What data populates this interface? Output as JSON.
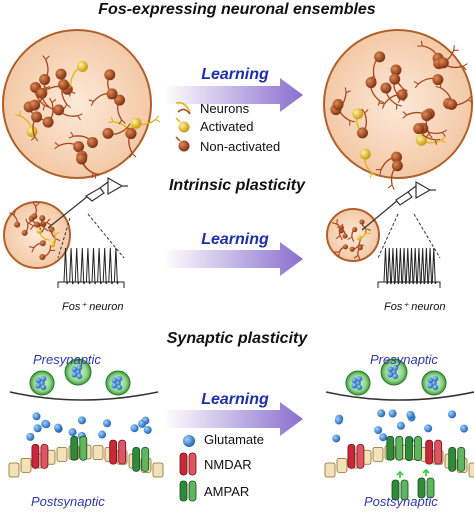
{
  "titles": {
    "ensembles": "Fos-expressing neuronal ensembles",
    "intrinsic": "Intrinsic plasticity",
    "synaptic": "Synaptic plasticity"
  },
  "arrows": {
    "learning_1": "Learning",
    "learning_2": "Learning",
    "learning_3": "Learning"
  },
  "legend_neurons": {
    "neurons": "Neurons",
    "activated": "Activated",
    "non_activated": "Non-activated"
  },
  "fos_neuron": {
    "left": "Fos⁺ neuron",
    "right": "Fos⁺ neuron"
  },
  "synapse": {
    "presynaptic_left": "Presynaptic",
    "presynaptic_right": "Presynaptic",
    "postsynaptic_left": "Postsynaptic",
    "postsynaptic_right": "Postsynaptic"
  },
  "legend_synapse": {
    "glutamate": "Glutamate",
    "nmdar": "NMDAR",
    "ampar": "AMPAR"
  },
  "colors": {
    "circle_fill": "#f7d9c0",
    "circle_border": "#b0602a",
    "activated": "#e0b21a",
    "non_activated": "#a5461d",
    "arrow_start": "#ffffff",
    "arrow_end": "#8a6fcf",
    "learning_text": "#1f2fa8",
    "glutamate": "#2a7bd0",
    "nmdar": "#c8283a",
    "ampar": "#2f8a3a",
    "vesicle": "#5cbf5c"
  }
}
